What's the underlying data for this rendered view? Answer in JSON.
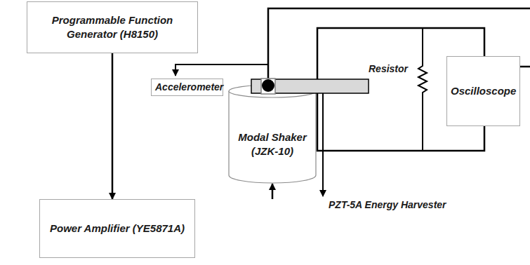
{
  "diagram": {
    "nodes": [
      {
        "text": [
          "Programmable Function Generator (H8150)"
        ]
      },
      {
        "text": [
          "Accelerometer"
        ]
      },
      {
        "text": [
          "Modal Shaker (JZK-10)"
        ]
      },
      {
        "text": [
          "Power Amplifier (YE5871A)"
        ]
      },
      {
        "text": [
          "Oscilloscope"
        ]
      }
    ],
    "edges": [
      {
        "from": 0,
        "to": 3,
        "arrow": "to"
      },
      {
        "from": 3,
        "to": 2,
        "arrow": "to"
      }
    ],
    "labels": [
      "Resistor",
      "PZT-5A Energy Harvester"
    ]
  }
}
